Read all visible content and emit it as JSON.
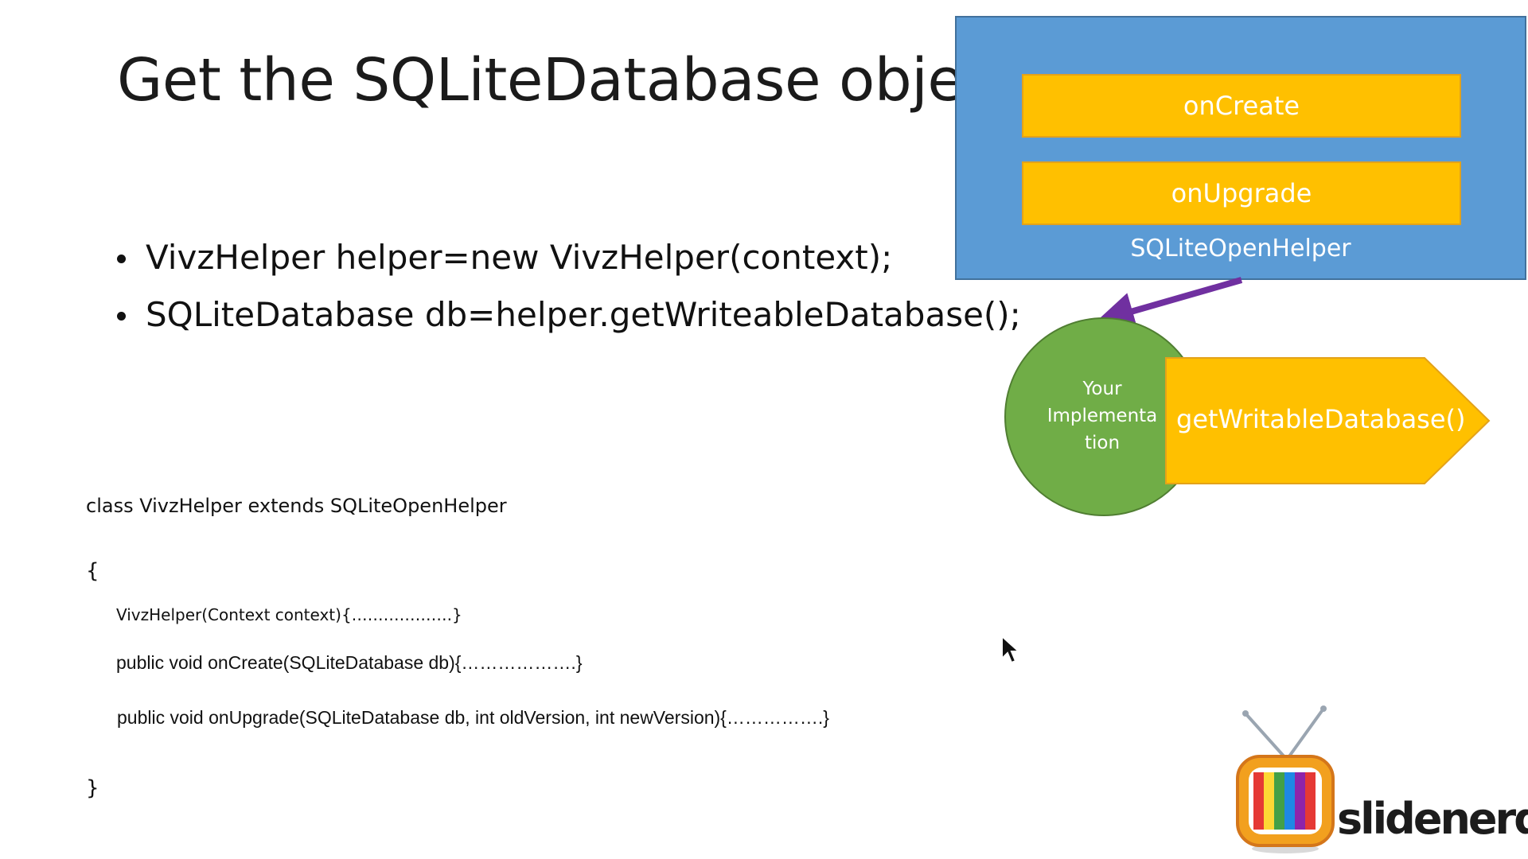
{
  "slide": {
    "title": "Get the SQLiteDatabase object",
    "bullets": [
      "VivzHelper helper=new VivzHelper(context);",
      "SQLiteDatabase db=helper.getWriteableDatabase();"
    ]
  },
  "code": {
    "lines": [
      "class VivzHelper extends SQLiteOpenHelper",
      "{",
      "VivzHelper(Context context){……………….}",
      "public void onCreate(SQLiteDatabase db){……………….}",
      "public void onUpgrade(SQLiteDatabase db, int oldVersion, int newVersion){…………….}",
      "}"
    ]
  },
  "diagram": {
    "container_label": "SQLiteOpenHelper",
    "methods": [
      "onCreate",
      "onUpgrade"
    ],
    "implementation_label": "Your Implementation",
    "implementation_lines": [
      "Your",
      "Implementa",
      "tion"
    ],
    "call_label": "getWritableDatabase()",
    "colors": {
      "container": "#5b9bd5",
      "method": "#ffc000",
      "implementation": "#70ad47",
      "arrow": "#7030a0"
    }
  },
  "brand": {
    "logo_text": "slidenerd",
    "logo_icon": "tv-icon"
  },
  "cursor": {
    "icon": "mouse-pointer-icon"
  }
}
